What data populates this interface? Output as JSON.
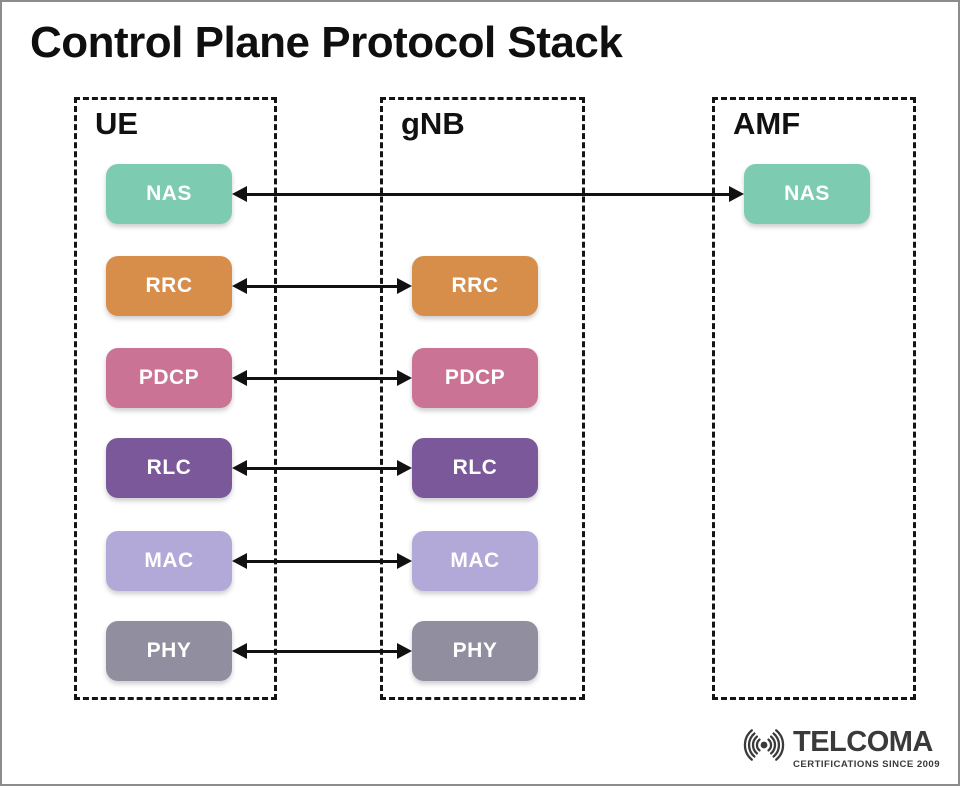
{
  "title": "Control Plane Protocol Stack",
  "diagram": {
    "columns": [
      {
        "label": "UE",
        "boxes": [
          {
            "label": "NAS"
          },
          {
            "label": "RRC"
          },
          {
            "label": "PDCP"
          },
          {
            "label": "RLC"
          },
          {
            "label": "MAC"
          },
          {
            "label": "PHY"
          }
        ]
      },
      {
        "label": "gNB",
        "boxes": [
          {
            "label": "RRC"
          },
          {
            "label": "PDCP"
          },
          {
            "label": "RLC"
          },
          {
            "label": "MAC"
          },
          {
            "label": "PHY"
          }
        ]
      },
      {
        "label": "AMF",
        "boxes": [
          {
            "label": "NAS"
          }
        ]
      }
    ],
    "layer_colors": {
      "NAS": "#7dccb1",
      "RRC": "#d78e4b",
      "PDCP": "#cb7394",
      "RLC": "#7b5899",
      "MAC": "#b2a9d9",
      "PHY": "#918ea0"
    },
    "connections": [
      {
        "from": "UE.NAS",
        "to": "AMF.NAS",
        "type": "bidirectional"
      },
      {
        "from": "UE.RRC",
        "to": "gNB.RRC",
        "type": "bidirectional"
      },
      {
        "from": "UE.PDCP",
        "to": "gNB.PDCP",
        "type": "bidirectional"
      },
      {
        "from": "UE.RLC",
        "to": "gNB.RLC",
        "type": "bidirectional"
      },
      {
        "from": "UE.MAC",
        "to": "gNB.MAC",
        "type": "bidirectional"
      },
      {
        "from": "UE.PHY",
        "to": "gNB.PHY",
        "type": "bidirectional"
      }
    ]
  },
  "logo": {
    "brand": "TELCOMA",
    "tagline": "CERTIFICATIONS SINCE 2009"
  }
}
